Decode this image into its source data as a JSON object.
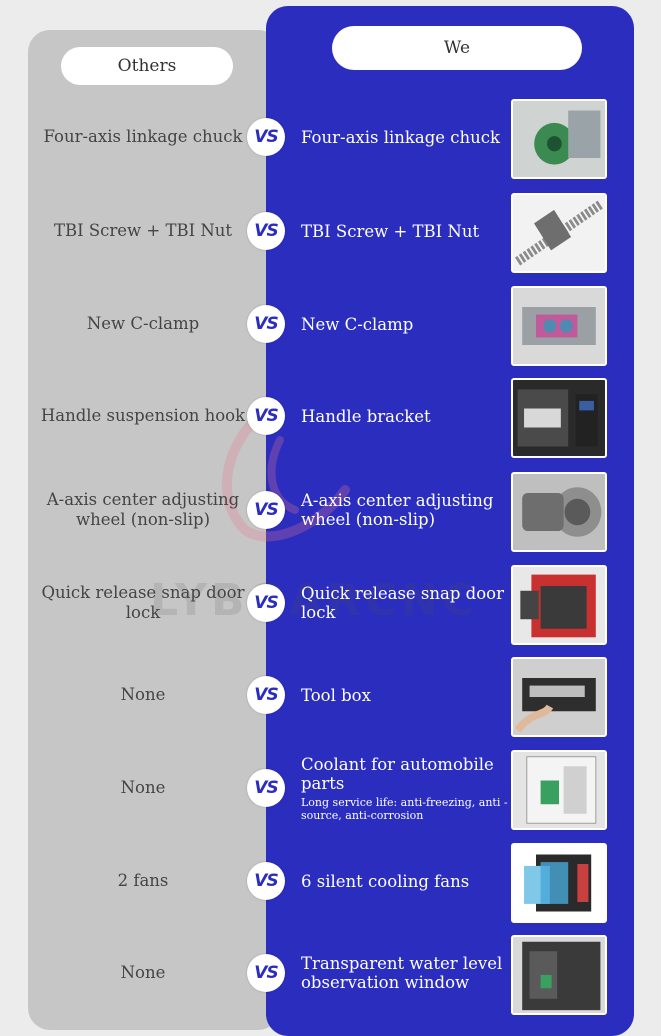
{
  "headers": {
    "others": "Others",
    "we": "We"
  },
  "vs_label": "VS",
  "watermark": "LYBOARCNC",
  "rows": [
    {
      "others": "Four-axis linkage chuck",
      "we": "Four-axis linkage chuck",
      "we_sub": "",
      "image": "four-axis-chuck-photo"
    },
    {
      "others": "TBI Screw + TBI Nut",
      "we": "TBI Screw + TBI Nut",
      "we_sub": "",
      "image": "ball-screw-photo"
    },
    {
      "others": "New C-clamp",
      "we": "New C-clamp",
      "we_sub": "",
      "image": "c-clamp-photo"
    },
    {
      "others": "Handle suspension hook",
      "we": "Handle bracket",
      "we_sub": "",
      "image": "handle-bracket-photo"
    },
    {
      "others": "A-axis center adjusting wheel (non-slip)",
      "we": "A-axis center adjusting wheel (non-slip)",
      "we_sub": "",
      "image": "adjusting-wheel-photo"
    },
    {
      "others": "Quick release snap door lock",
      "we": "Quick release snap door lock",
      "we_sub": "",
      "image": "door-lock-photo"
    },
    {
      "others": "None",
      "we": "Tool box",
      "we_sub": "",
      "image": "tool-box-photo"
    },
    {
      "others": "None",
      "we": "Coolant for automobile parts",
      "we_sub": "Long service life: anti-freezing, anti -source, anti-corrosion",
      "image": "coolant-photo"
    },
    {
      "others": "2 fans",
      "we": "6 silent cooling fans",
      "we_sub": "",
      "image": "cooling-fans-photo"
    },
    {
      "others": "None",
      "we": "Transparent water level observation window",
      "we_sub": "",
      "image": "water-window-photo"
    }
  ]
}
